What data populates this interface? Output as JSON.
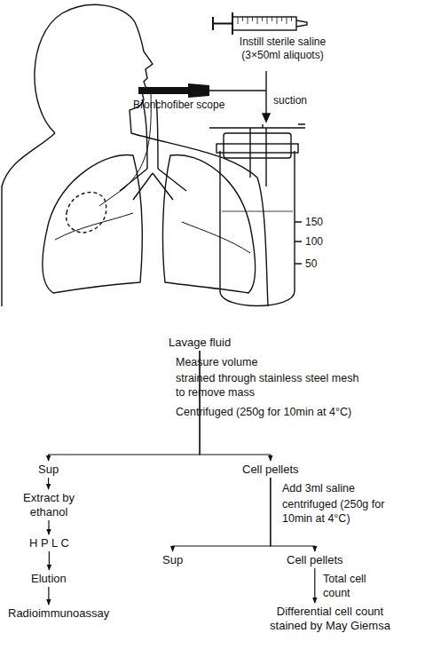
{
  "diagram": {
    "nodes": [
      {
        "text": [
          "Lavage fluid"
        ]
      },
      {
        "text": [
          "Sup"
        ]
      },
      {
        "text": [
          "Cell pellets"
        ]
      },
      {
        "text": [
          "Extract by ethanol"
        ]
      },
      {
        "text": [
          "H P L C"
        ]
      },
      {
        "text": [
          "Elution"
        ]
      },
      {
        "text": [
          "Radioimmunoassay"
        ]
      },
      {
        "text": [
          "Sup"
        ]
      },
      {
        "text": [
          "Cell pellets"
        ]
      },
      {
        "text": [
          "Differential cell count stained by May Giemsa"
        ]
      }
    ],
    "edges": [
      {
        "from": 0,
        "to": 1,
        "arrow": "to"
      },
      {
        "from": 0,
        "to": 2,
        "arrow": "to"
      },
      {
        "from": 1,
        "to": 3,
        "arrow": "to"
      },
      {
        "from": 3,
        "to": 4,
        "arrow": "to"
      },
      {
        "from": 4,
        "to": 5,
        "arrow": "to"
      },
      {
        "from": 5,
        "to": 6,
        "arrow": "to"
      },
      {
        "from": 2,
        "to": 7,
        "arrow": "to"
      },
      {
        "from": 2,
        "to": 8,
        "arrow": "to"
      },
      {
        "from": 8,
        "to": 9,
        "label": "Total cell count",
        "arrow": "to"
      }
    ],
    "labels": [
      "Instill sterile saline (3×50ml aliquots)",
      "Bronchofiber scope",
      "suction",
      "150",
      "100",
      "50",
      "Measure volume",
      "strained through stainless steel mesh to remove mass",
      "Centrifuged (250g for 10min at 4°C)",
      "Add 3ml saline",
      "centrifuged (250g for 10min at 4°C)"
    ]
  }
}
